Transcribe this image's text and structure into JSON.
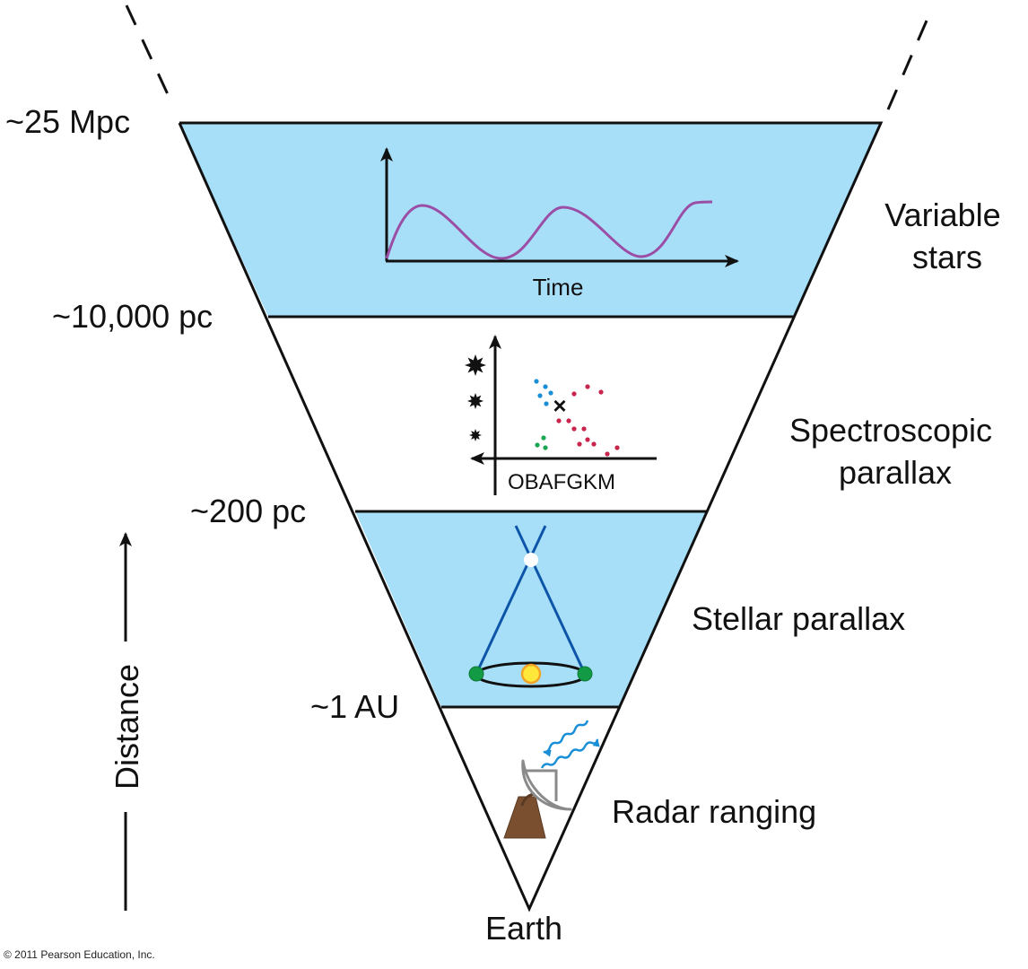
{
  "diagram": {
    "title": "Cosmic distance ladder",
    "colors": {
      "band_blue": "#a8dff8",
      "line": "#111111",
      "curve": "#9b4ea5",
      "hr_blue": "#1a8fd6",
      "hr_red": "#c8244c",
      "hr_green": "#1aa650",
      "parallax_line": "#0d55a8",
      "earth_green": "#139a44",
      "sun_yellow": "#ffe83a",
      "sun_rim": "#f2a428",
      "dish_gray": "#8a8a8a",
      "mound_brown": "#7a4f30",
      "wave_blue": "#1a8fd6"
    },
    "distance_markers": [
      {
        "label": "~25 Mpc"
      },
      {
        "label": "~10,000 pc"
      },
      {
        "label": "~200 pc"
      },
      {
        "label": "~1 AU"
      }
    ],
    "bottom_label": "Earth",
    "axis_label": "Distance",
    "methods": [
      {
        "lines": [
          "Variable",
          "stars"
        ],
        "band": "blue"
      },
      {
        "lines": [
          "Spectroscopic",
          "parallax"
        ],
        "band": "white"
      },
      {
        "lines": [
          "Stellar parallax"
        ],
        "band": "blue"
      },
      {
        "lines": [
          "Radar ranging"
        ],
        "band": "white"
      }
    ],
    "variable_star_plot": {
      "xlabel": "Time",
      "curve": "periodic light curve"
    },
    "hr_plot": {
      "xlabel": "OBAFGKM",
      "marker": "×",
      "luminosity_icons": [
        "large-star-icon",
        "medium-star-icon",
        "small-star-icon"
      ]
    },
    "copyright": "© 2011 Pearson Education, Inc."
  }
}
